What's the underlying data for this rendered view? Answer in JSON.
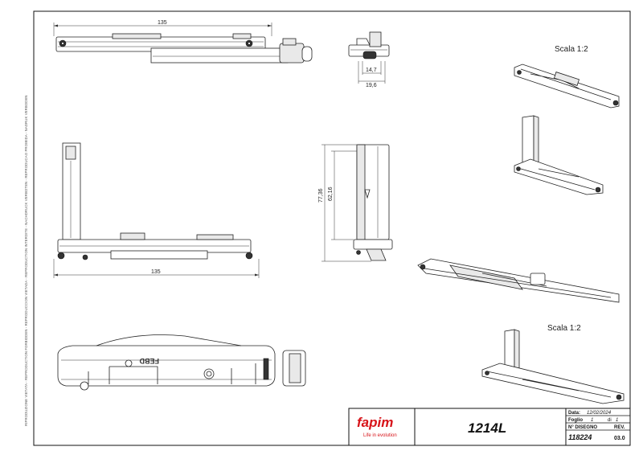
{
  "drawing": {
    "dims": {
      "top_length": "135",
      "side_length": "135",
      "width_inner": "14,7",
      "width_outer": "19,6",
      "height_total": "77,36",
      "height_inner": "62,16"
    },
    "scale_labels": [
      "Scala 1:2",
      "Scala 1:2"
    ],
    "engraving": "FEBD",
    "side_text": "RIPRODUZIONE VIETATA - REPRODUCTION FORBIDDEN - REPRODUCCION VIETADA - REPRODUCTION INTERDITE - NACHDRUCK VERBOTEN - REPRODUCAO PROIBIDA - NADRUK VERBODEN"
  },
  "title_block": {
    "brand": "fapim",
    "tagline": "Life in evolution",
    "part_number": "1214L",
    "date_label": "Data:",
    "date_value": "12/02/2024",
    "sheet_label": "Foglio",
    "sheet_num": "1",
    "sheet_of": "di",
    "sheet_total": "1",
    "drawing_label": "N° DISEGNO",
    "rev_label": "REV.",
    "drawing_number": "118224",
    "revision": "03.0"
  },
  "colors": {
    "brand_red": "#d7141a",
    "line": "#222222"
  }
}
